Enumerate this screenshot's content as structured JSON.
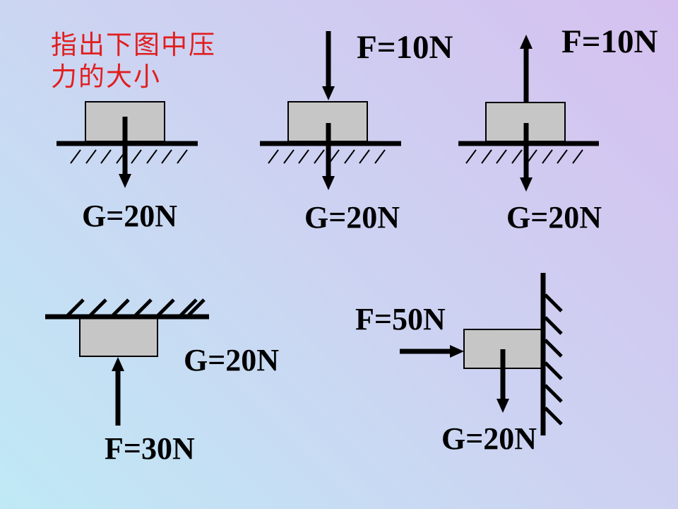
{
  "slide": {
    "title": "指出下图中压\n力的大小",
    "title_color": "#e01f1f",
    "background_colors": {
      "top_right": "#d5c0ef",
      "middle": "#ccd4f2",
      "bottom_left": "#bfe9f5"
    },
    "block_fill_color": "#c6c6c6",
    "line_color": "#000000"
  },
  "diagrams": [
    {
      "name": "block-on-ground-weight-only",
      "gravity_label": "G=20N"
    },
    {
      "name": "block-on-ground-downward-applied-force",
      "force_label": "F=10N",
      "gravity_label": "G=20N"
    },
    {
      "name": "block-on-ground-upward-applied-force",
      "force_label": "F=10N",
      "gravity_label": "G=20N"
    },
    {
      "name": "block-pressed-against-ceiling",
      "force_label": "F=30N",
      "gravity_label": "G=20N"
    },
    {
      "name": "block-pressed-against-wall",
      "force_label": "F=50N",
      "gravity_label": "G=20N"
    }
  ]
}
